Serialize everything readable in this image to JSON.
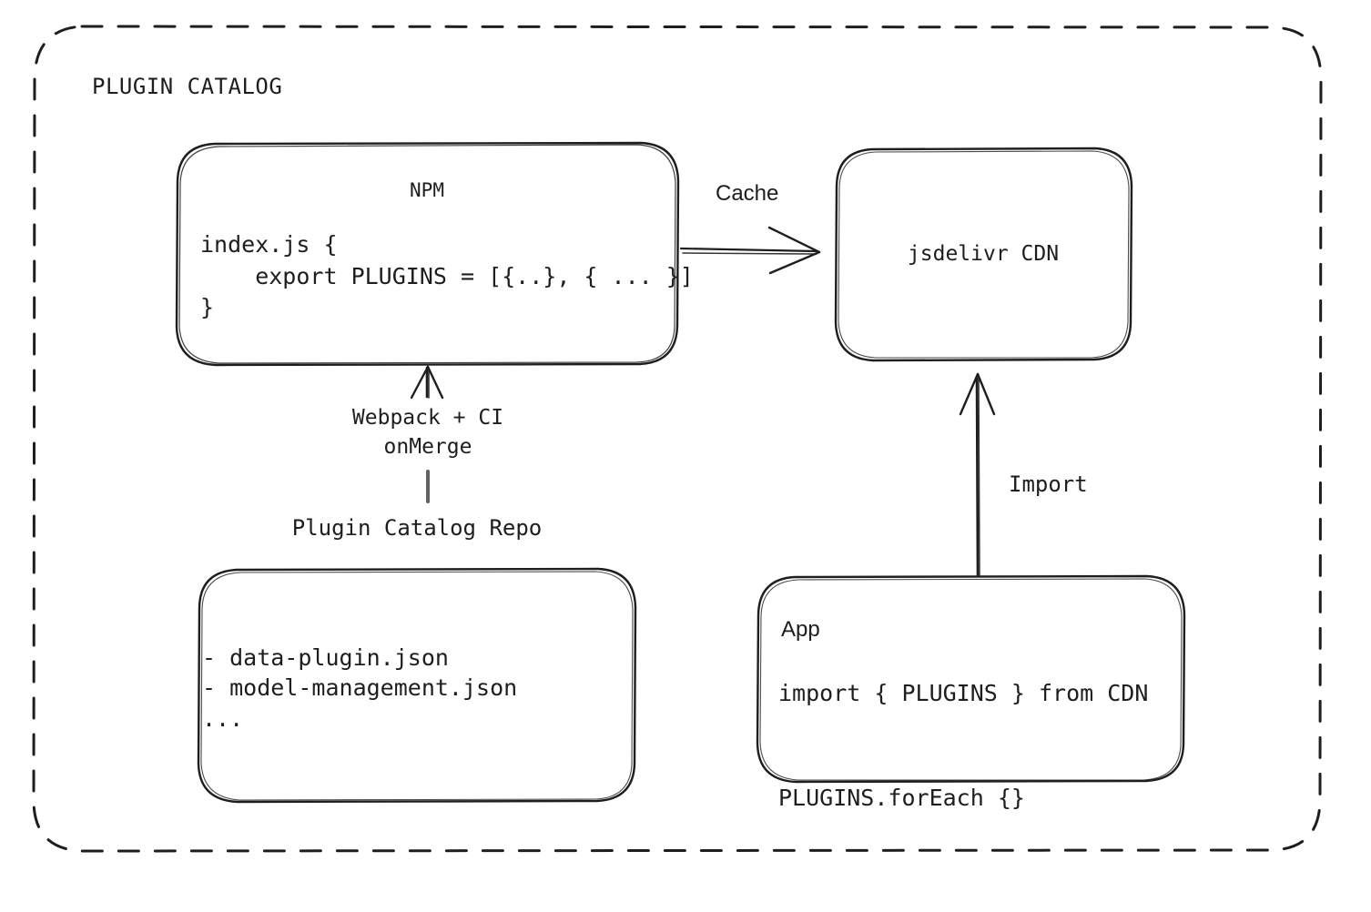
{
  "diagram": {
    "title": "PLUGIN CATALOG",
    "style": {
      "stroke": "#1e1e1e",
      "background": "#ffffff"
    },
    "nodes": {
      "npm": {
        "title": "NPM",
        "code": "index.js {\n    export PLUGINS = [{..}, { ... }]\n}"
      },
      "cdn": {
        "title": "jsdelivr CDN"
      },
      "repo": {
        "label": "Plugin Catalog Repo",
        "files": "- data-plugin.json\n- model-management.json\n..."
      },
      "app": {
        "title": "App",
        "code": "import { PLUGINS } from CDN\n\nPLUGINS.forEach {}"
      }
    },
    "edges": {
      "npm_to_cdn": {
        "label": "Cache"
      },
      "repo_to_npm": {
        "label": "Webpack + CI\nonMerge"
      },
      "app_to_cdn": {
        "label": "Import"
      }
    }
  }
}
